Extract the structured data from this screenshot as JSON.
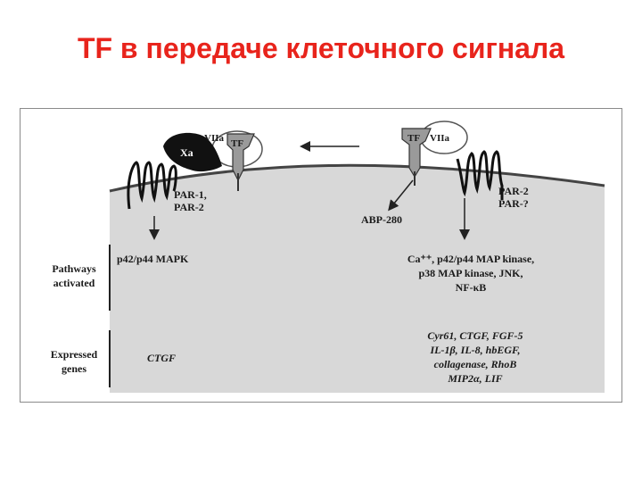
{
  "title": "TF в передаче клеточного сигнала",
  "figure": {
    "left_receptor": {
      "line1": "PAR-1,",
      "line2": "PAR-2"
    },
    "right_receptor": {
      "line1": "PAR-2",
      "line2": "PAR-?"
    },
    "complex_left": {
      "xa": "Xa",
      "viia": "VIIa",
      "tf": "TF"
    },
    "complex_right": {
      "tf": "TF",
      "viia": "VIIa"
    },
    "abp": "ABP-280",
    "row_labels": {
      "pathways": [
        "Pathways",
        "activated"
      ],
      "expressed": [
        "Expressed",
        "genes"
      ]
    },
    "left_pathway": "p42/p44 MAPK",
    "right_pathway": [
      "Ca⁺⁺, p42/p44 MAP kinase,",
      "p38 MAP kinase, JNK,",
      "NF-κB"
    ],
    "left_genes": "CTGF",
    "right_genes": [
      "Cyr61, CTGF, FGF-5",
      "IL-1β, IL-8, hbEGF,",
      "collagenase, RhoB",
      "MIP2α, LIF"
    ]
  }
}
